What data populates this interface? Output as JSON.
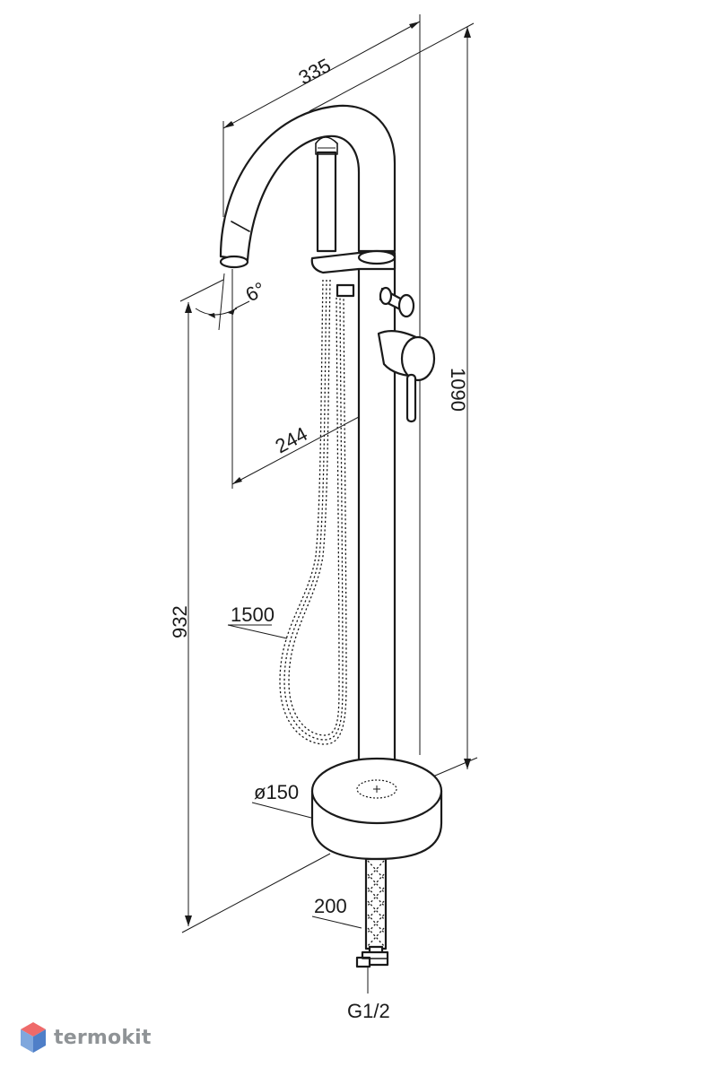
{
  "dimensions": {
    "width_top": "335",
    "height_total": "1090",
    "angle": "6°",
    "reach": "244",
    "height_spout": "932",
    "hose_length": "1500",
    "base_diameter": "ø150",
    "inlet_length": "200",
    "thread": "G1/2"
  },
  "logo": {
    "text": "termokit",
    "colors": {
      "top": "#ef6a6a",
      "left": "#7fa7dd",
      "right": "#4f7fc8",
      "text": "#8f9396"
    }
  }
}
